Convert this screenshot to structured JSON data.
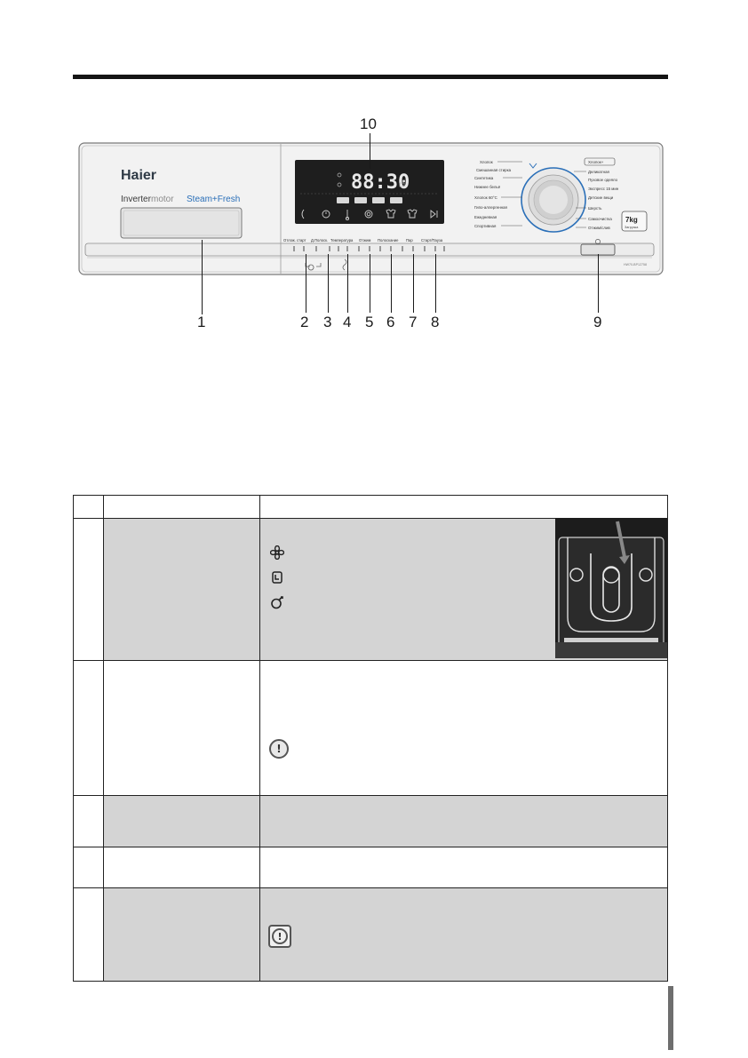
{
  "panel": {
    "brand": "Haier",
    "motor_text_1": "Inverter",
    "motor_text_2": "motor",
    "steam_text": "Steam+Fresh",
    "display_time": "88:30",
    "capacity": "7kg",
    "capacity_sub": "Загрузка",
    "model": "HW70-BP12758",
    "button_labels": [
      "Отлож. старт",
      "Д.Полоск.",
      "Температура",
      "Отжим",
      "Полоскание",
      "Пар",
      "Старт/Пауза"
    ],
    "programs_left": [
      "Хлопок",
      "Смешанная стирка",
      "Синтетика",
      "Нижнее бельё",
      "Хлопок 60°C",
      "Гипо-аллергенная",
      "Ежедневная",
      "Спортивная"
    ],
    "programs_right": [
      "Хлопок+",
      "Деликатная",
      "Пуховое одеяло",
      "Экспресс 15 мин",
      "Детские вещи",
      "Шерсть",
      "Самоочистка",
      "Отжим/слив"
    ]
  },
  "callouts": {
    "n1": "1",
    "n2": "2",
    "n3": "3",
    "n4": "4",
    "n5": "5",
    "n6": "6",
    "n7": "7",
    "n8": "8",
    "n9": "9",
    "n10": "10"
  },
  "icons": {
    "row1": [
      "fan-icon",
      "detergent-icon",
      "softener-icon"
    ],
    "row2": "warning-icon",
    "row5": "warning-icon"
  },
  "colors": {
    "panel_bg": "#f2f2f2",
    "lcd_bg": "#1e1e1e",
    "accent_blue": "#2a6fb8",
    "table_grey": "#d4d4d4"
  }
}
